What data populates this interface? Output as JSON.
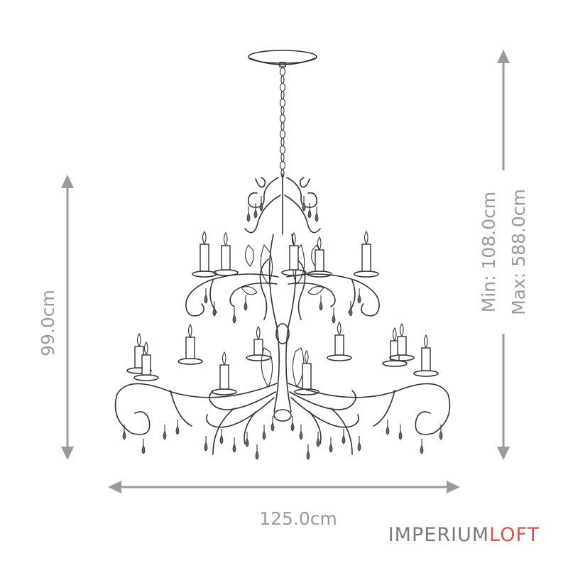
{
  "dimensions": {
    "width": "125.0cm",
    "height": "99.0cm",
    "drop_min": "Min: 108.0cm",
    "drop_max": "Max: 588.0cm"
  },
  "brand": {
    "part1": "IMPERIUM",
    "part2": "LOFT",
    "color1": "#7a7a7a",
    "color2": "#d9534f"
  },
  "colors": {
    "dimension_gray": "#9a9a9a",
    "line_ink": "#333333"
  }
}
